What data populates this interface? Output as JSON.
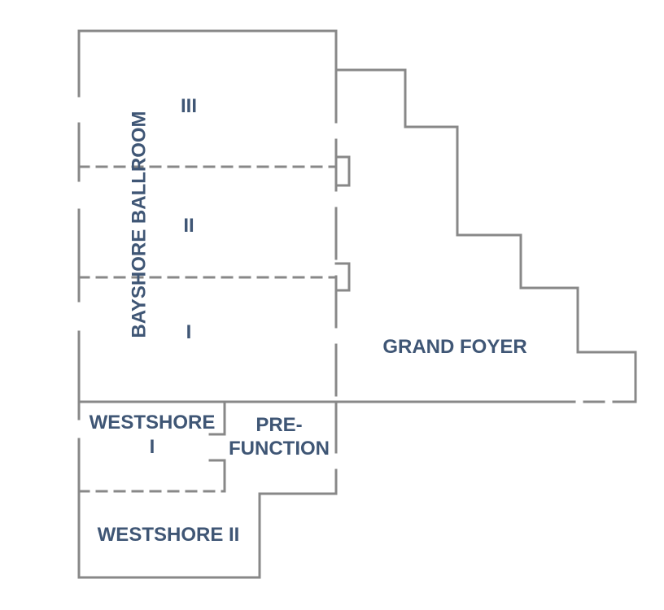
{
  "colors": {
    "wall": "#888888",
    "label": "#3f5675",
    "background": "#ffffff"
  },
  "rooms": {
    "bayshore_ballroom": "BAYSHORE BALLROOM",
    "ballroom_section_3": "III",
    "ballroom_section_2": "II",
    "ballroom_section_1": "I",
    "grand_foyer": "GRAND FOYER",
    "westshore_1_line1": "WESTSHORE",
    "westshore_1_line2": "I",
    "prefunction_line1": "PRE-",
    "prefunction_line2": "FUNCTION",
    "westshore_2": "WESTSHORE II"
  }
}
